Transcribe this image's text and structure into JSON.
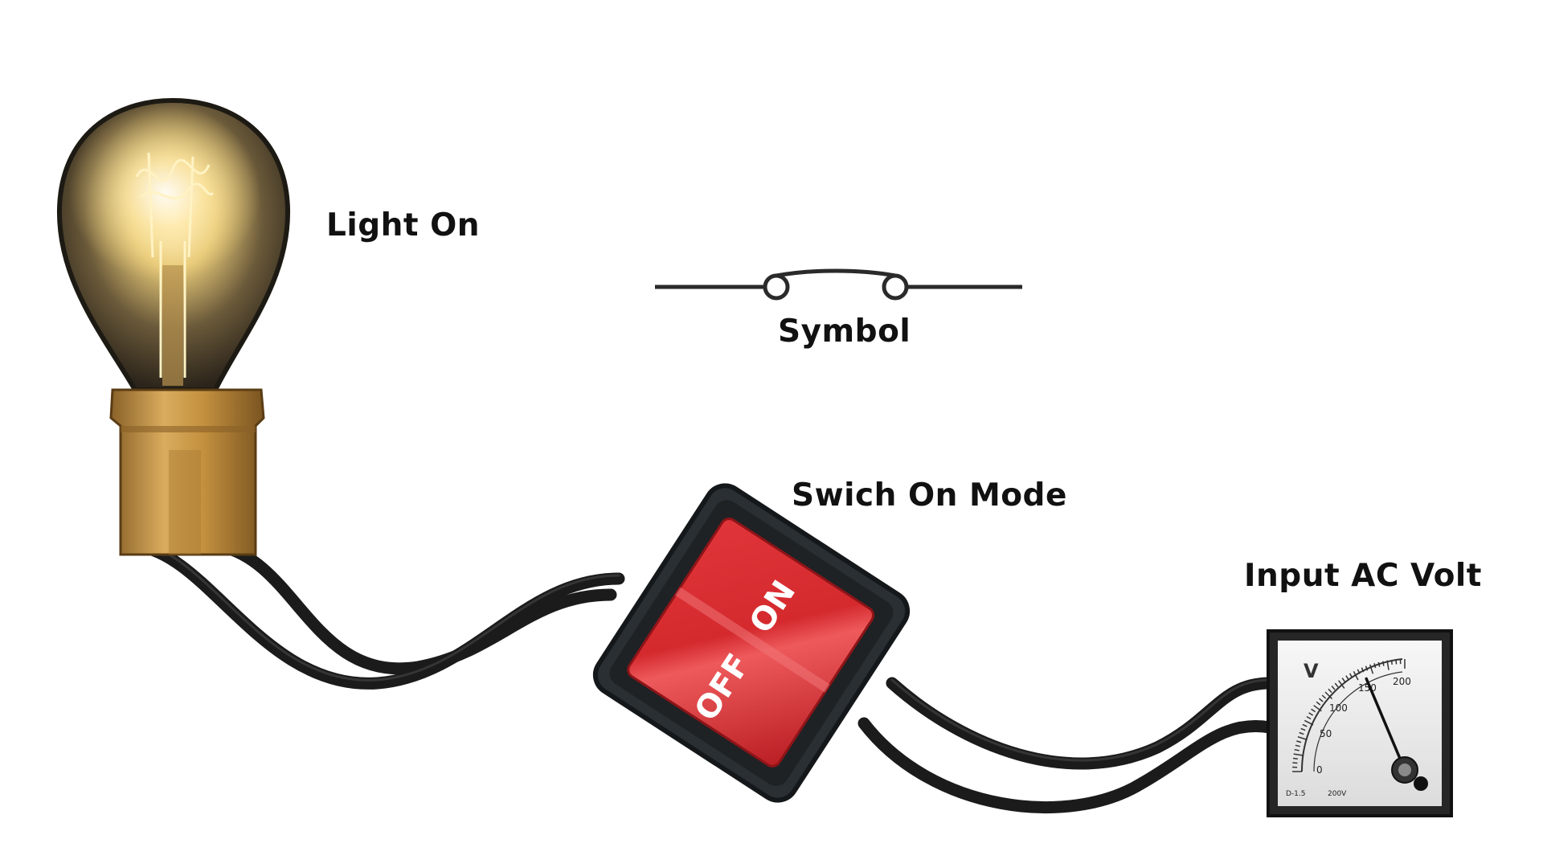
{
  "labels": {
    "light": "Light On",
    "symbol": "Symbol",
    "switch_mode": "Swich On Mode",
    "input": "Input AC Volt"
  },
  "switch": {
    "on_text": "ON",
    "off_text": "OFF",
    "state": "on"
  },
  "meter": {
    "unit": "V",
    "scale": [
      "0",
      "50",
      "100",
      "150",
      "200"
    ],
    "model": "D-1.5",
    "range_text": "200V",
    "reading": 150
  },
  "colors": {
    "wire": "#1b1b1b",
    "rocker": "#d8262a",
    "switch_body": "#2a2f33",
    "socket": "#c89a4e",
    "glow": "#f3d57a"
  },
  "icons": {
    "bulb": "light-bulb-icon",
    "switch_symbol": "switch-symbol-icon",
    "rocker": "rocker-switch-icon",
    "meter": "voltmeter-icon"
  }
}
